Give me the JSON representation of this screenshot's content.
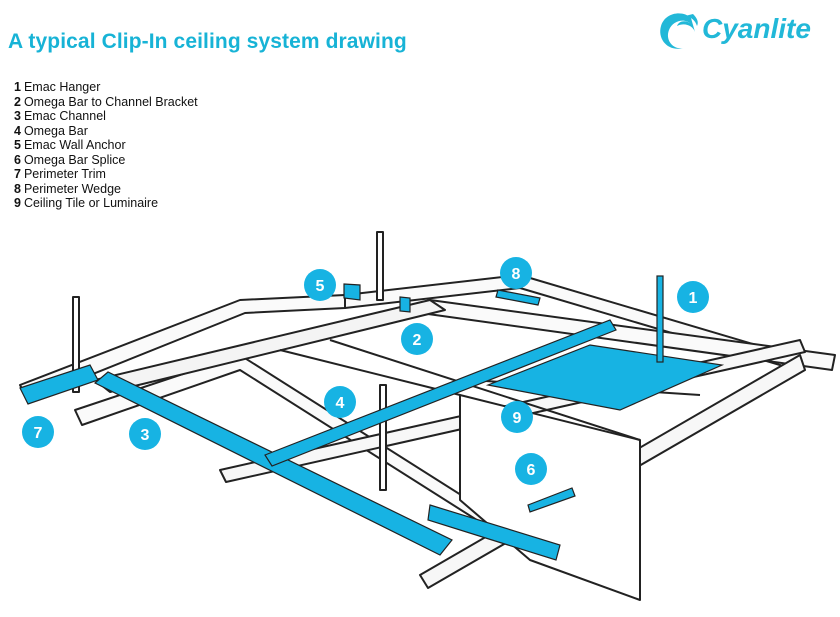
{
  "title": "A typical Clip-In ceiling system drawing",
  "brand": {
    "name": "Cyanlite",
    "logo_icon": "wave-swirl-icon",
    "color": "#22b8d8"
  },
  "accent_color": "#17b3e3",
  "legend": [
    {
      "num": "1",
      "label": "Emac Hanger"
    },
    {
      "num": "2",
      "label": "Omega Bar to Channel Bracket"
    },
    {
      "num": "3",
      "label": "Emac Channel"
    },
    {
      "num": "4",
      "label": "Omega Bar"
    },
    {
      "num": "5",
      "label": "Emac Wall Anchor"
    },
    {
      "num": "6",
      "label": "Omega Bar Splice"
    },
    {
      "num": "7",
      "label": "Perimeter Trim"
    },
    {
      "num": "8",
      "label": "Perimeter Wedge"
    },
    {
      "num": "9",
      "label": "Ceiling Tile or Luminaire"
    }
  ],
  "callouts": [
    "1",
    "2",
    "3",
    "4",
    "5",
    "6",
    "7",
    "8",
    "9"
  ]
}
